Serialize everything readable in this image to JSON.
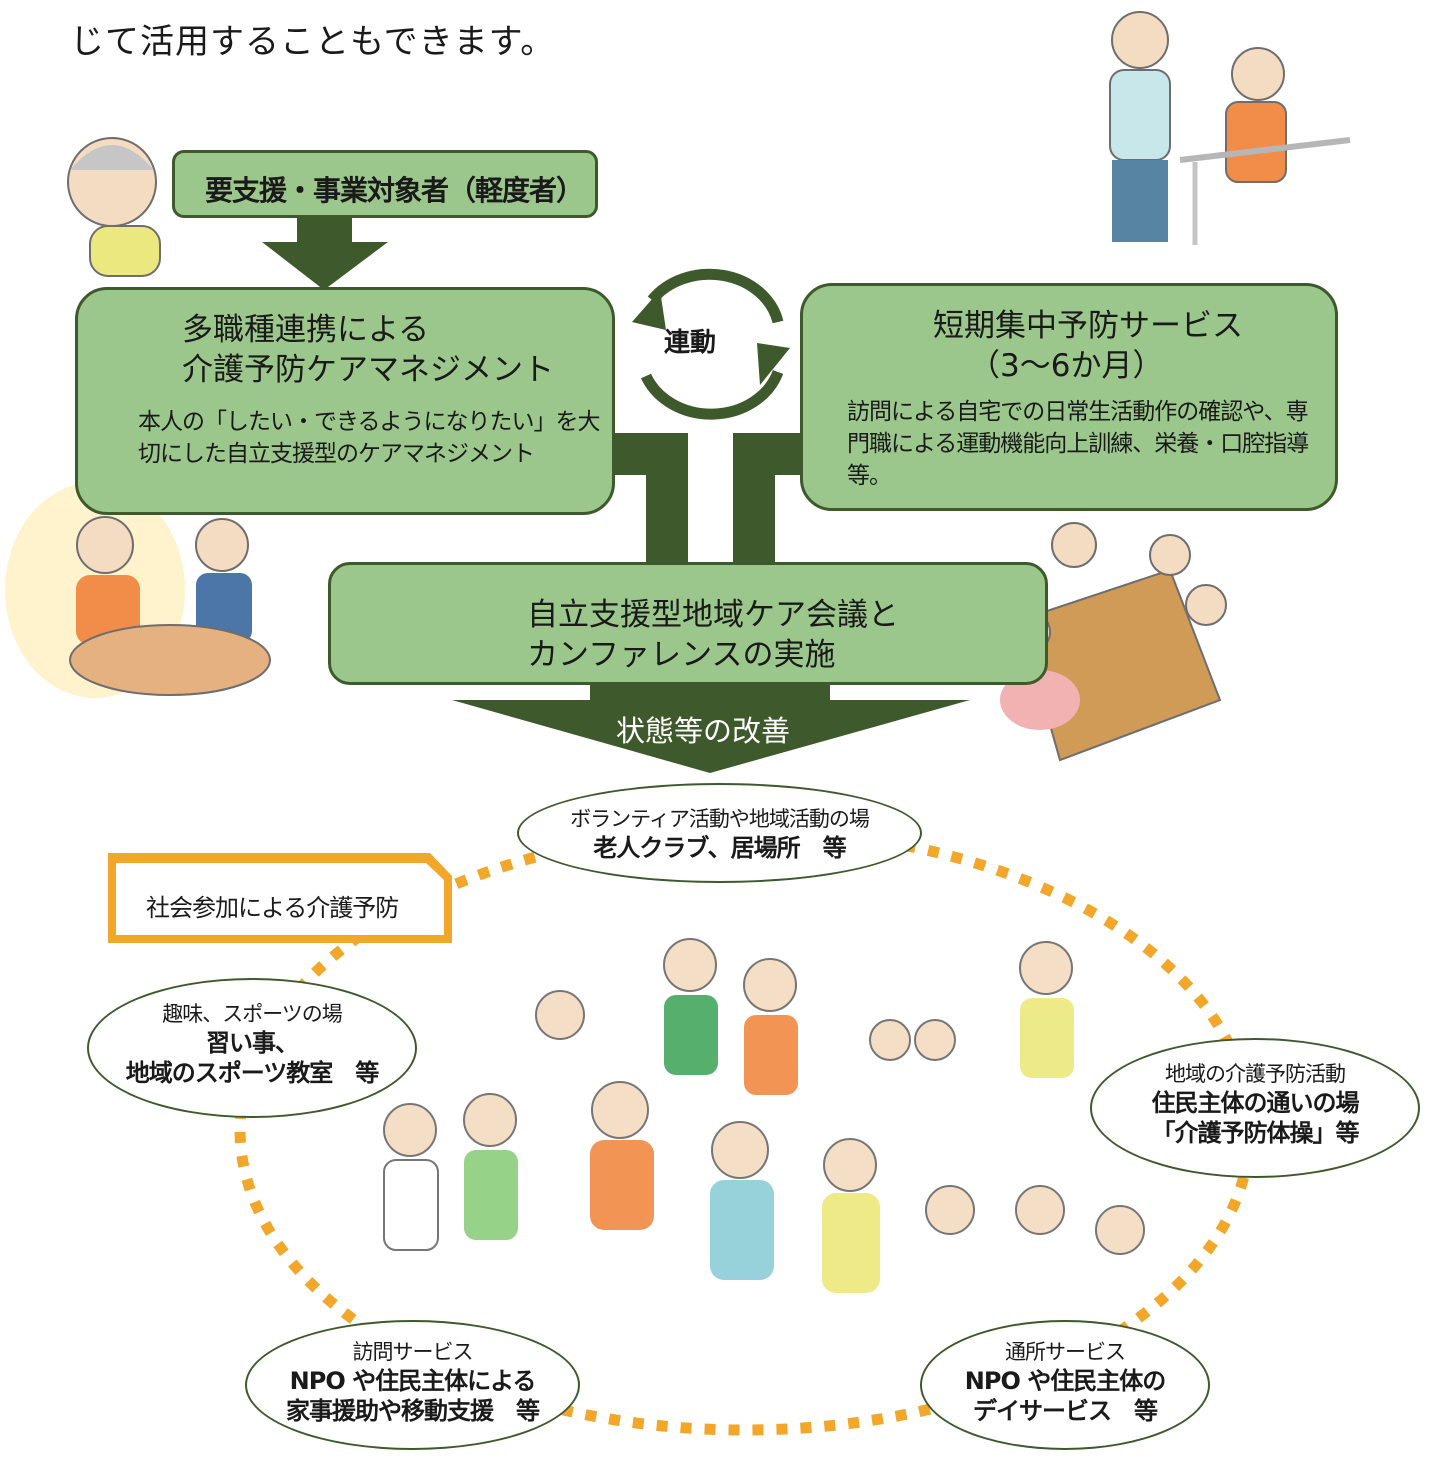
{
  "intro": "じて活用することもできます。",
  "target_box": "要支援・事業対象者（軽度者）",
  "care_management": {
    "title_line1": "多職種連携による",
    "title_line2": "介護予防ケアマネジメント",
    "desc": "本人の「したい・できるようになりたい」を大切にした自立支援型のケアマネジメント"
  },
  "linkage": "連動",
  "short_term": {
    "title_line1": "短期集中予防サービス",
    "title_line2": "（3～6か月）",
    "desc": "訪問による自宅での日常生活動作の確認や、専門職による運動機能向上訓練、栄養・口腔指導等。"
  },
  "conference": {
    "line1": "自立支援型地域ケア会議と",
    "line2": "カンファレンスの実施"
  },
  "improvement": "状態等の改善",
  "social_tab": "社会参加による介護予防",
  "places": {
    "volunteer": {
      "small": "ボランティア活動や地域活動の場",
      "bold": "老人クラブ、居場所　等"
    },
    "hobby": {
      "small": "趣味、スポーツの場",
      "bold1": "習い事、",
      "bold2": "地域のスポーツ教室　等"
    },
    "local_care": {
      "small": "地域の介護予防活動",
      "bold1": "住民主体の通いの場",
      "bold2": "「介護予防体操」等"
    },
    "visit": {
      "small": "訪問サービス",
      "bold1": "NPO や住民主体による",
      "bold2": "家事援助や移動支援　等"
    },
    "day": {
      "small": "通所サービス",
      "bold1": "NPO や住民主体の",
      "bold2": "デイサービス　等"
    }
  },
  "colors": {
    "box_fill": "#9cc78c",
    "dark_green": "#3e5a2c",
    "dot_orange": "#f2a72b"
  },
  "icons": [
    "elderly-man-illustration",
    "caregiver-handrail-illustration",
    "counseling-illustration",
    "meeting-table-illustration",
    "community-activities-illustration"
  ]
}
